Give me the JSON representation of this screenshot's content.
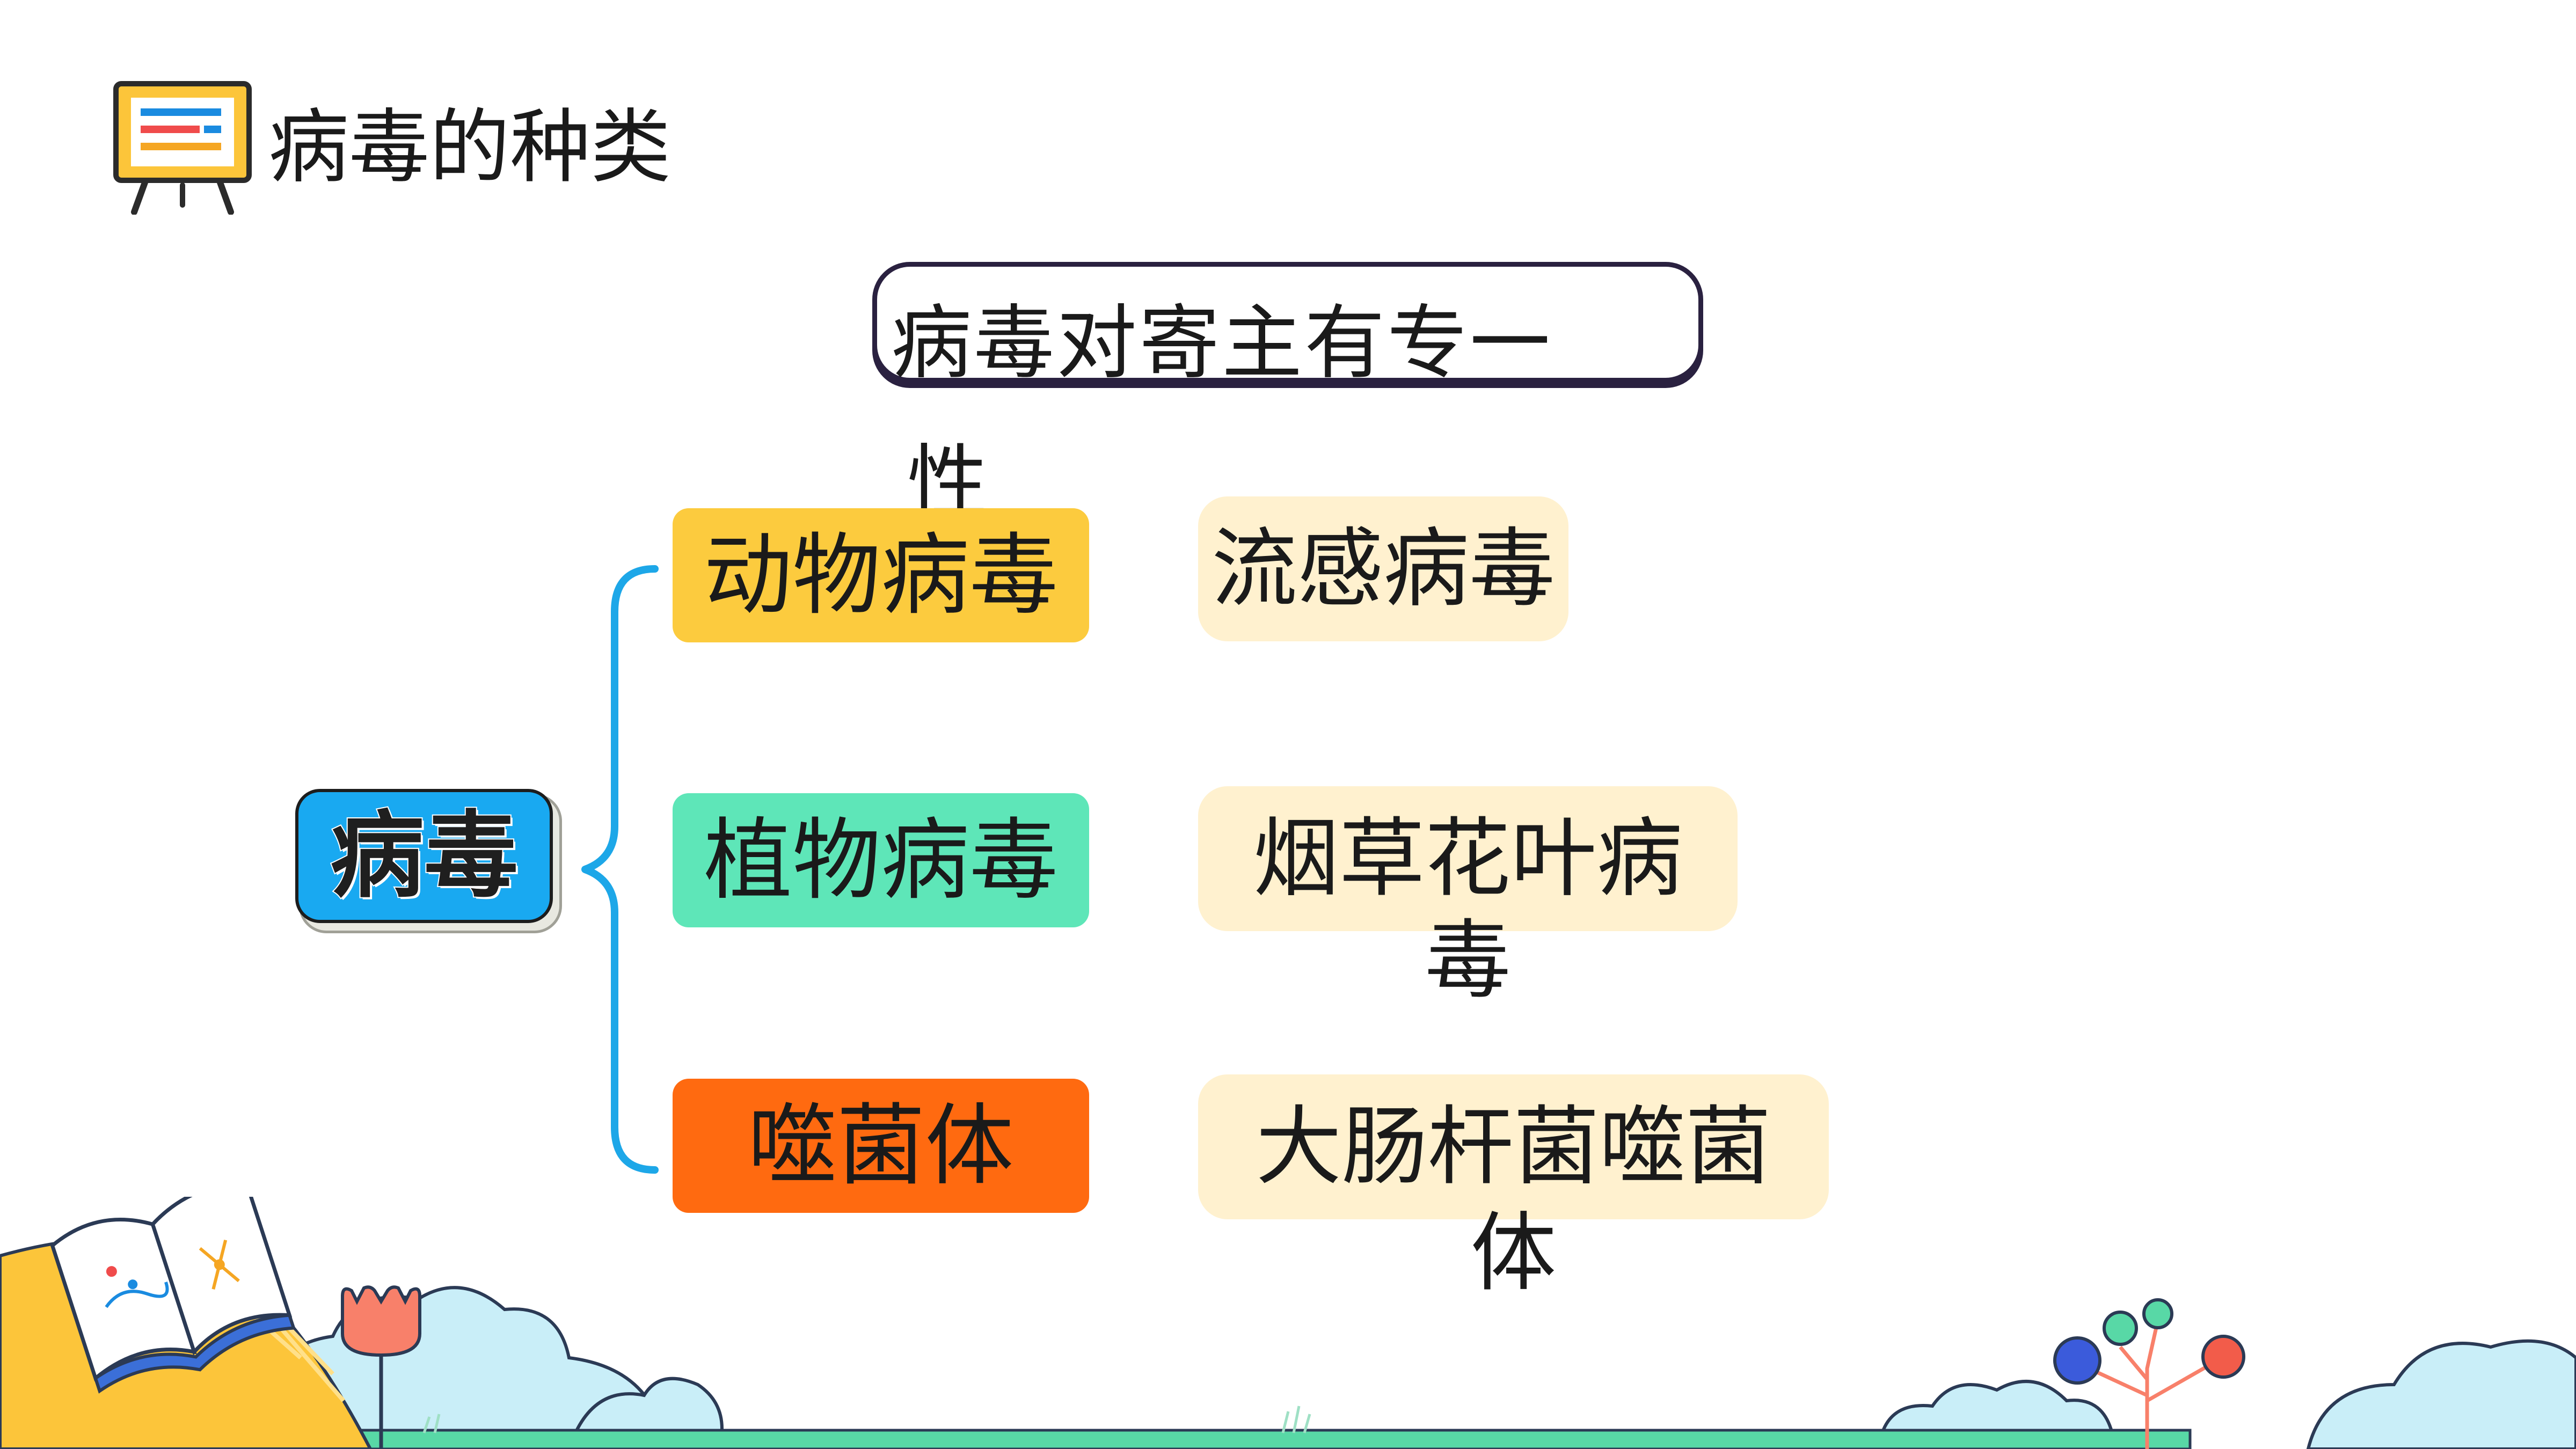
{
  "header": {
    "title": "病毒的种类",
    "icon": "easel-board-icon"
  },
  "note": {
    "text": "病毒对寄主有专一",
    "text_overflow": "性"
  },
  "tree": {
    "root": {
      "label": "病毒",
      "color": "#19a9f1"
    },
    "bracket_color": "#1da7e8",
    "categories": [
      {
        "label": "动物病毒",
        "color": "#fccb3e",
        "example_line1": "流感病毒",
        "example_line2": ""
      },
      {
        "label": "植物病毒",
        "color": "#5ee6b8",
        "example_line1": "烟草花叶病",
        "example_line2": "毒"
      },
      {
        "label": "噬菌体",
        "color": "#ff6a10",
        "example_line1": "大肠杆菌噬菌",
        "example_line2": "体"
      }
    ],
    "example_bg": "#fff1cf"
  },
  "decor": {
    "left": "open-book-icon",
    "tulip": "tulip-icon",
    "right": "lollipop-tree-icon"
  }
}
